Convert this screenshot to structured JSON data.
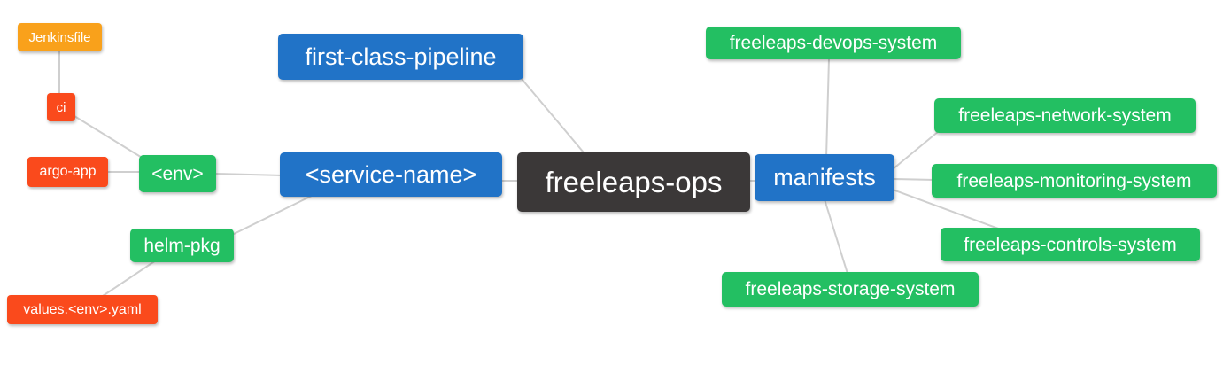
{
  "colors": {
    "root": "#3B3838",
    "blue": "#2173C7",
    "green": "#23BF62",
    "red": "#FA4A1C",
    "amber": "#F9A11B",
    "link": "#CFCFCF",
    "text": "#FFFFFF"
  },
  "nodes": {
    "root": {
      "label": "freeleaps-ops"
    },
    "first_class_pipeline": {
      "label": "first-class-pipeline"
    },
    "service_name": {
      "label": "<service-name>"
    },
    "env": {
      "label": "<env>"
    },
    "ci": {
      "label": "ci"
    },
    "jenkinsfile": {
      "label": "Jenkinsfile"
    },
    "argo_app": {
      "label": "argo-app"
    },
    "helm_pkg": {
      "label": "helm-pkg"
    },
    "values_env_yaml": {
      "label": "values.<env>.yaml"
    },
    "manifests": {
      "label": "manifests"
    },
    "devops_system": {
      "label": "freeleaps-devops-system"
    },
    "network_system": {
      "label": "freeleaps-network-system"
    },
    "monitoring_system": {
      "label": "freeleaps-monitoring-system"
    },
    "controls_system": {
      "label": "freeleaps-controls-system"
    },
    "storage_system": {
      "label": "freeleaps-storage-system"
    }
  },
  "edges": [
    {
      "from": "root",
      "to": "first_class_pipeline"
    },
    {
      "from": "root",
      "to": "service_name"
    },
    {
      "from": "root",
      "to": "manifests"
    },
    {
      "from": "service_name",
      "to": "env"
    },
    {
      "from": "service_name",
      "to": "helm_pkg"
    },
    {
      "from": "env",
      "to": "ci"
    },
    {
      "from": "env",
      "to": "argo_app"
    },
    {
      "from": "ci",
      "to": "jenkinsfile"
    },
    {
      "from": "helm_pkg",
      "to": "values_env_yaml"
    },
    {
      "from": "manifests",
      "to": "devops_system"
    },
    {
      "from": "manifests",
      "to": "network_system"
    },
    {
      "from": "manifests",
      "to": "monitoring_system"
    },
    {
      "from": "manifests",
      "to": "controls_system"
    },
    {
      "from": "manifests",
      "to": "storage_system"
    }
  ]
}
